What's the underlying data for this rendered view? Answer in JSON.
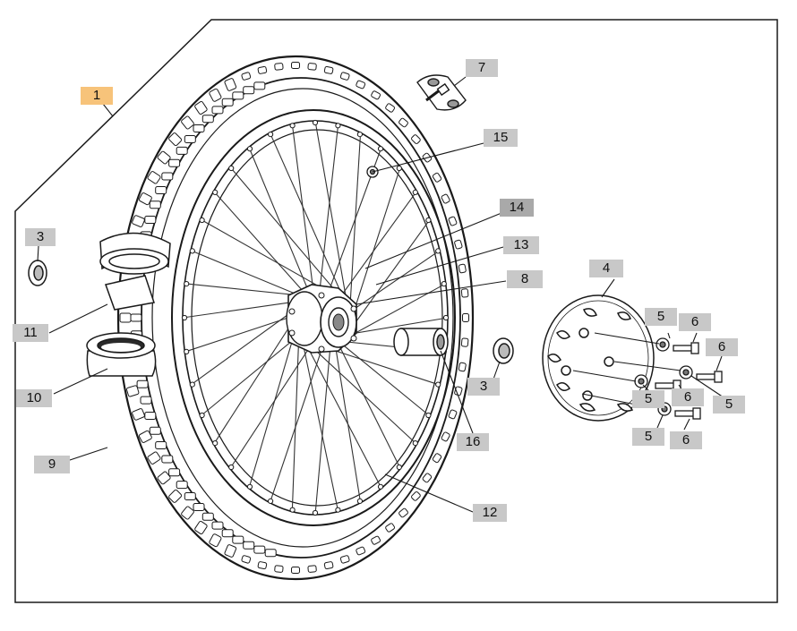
{
  "colors": {
    "callout_bg": "#c8c8c8",
    "callout_highlight": "#f7c37a",
    "callout_dark": "#a9a9a9",
    "line": "#1a1a1a"
  },
  "callouts": {
    "c1": "1",
    "c3a": "3",
    "c3b": "3",
    "c4": "4",
    "c5a": "5",
    "c5b": "5",
    "c5c": "5",
    "c5d": "5",
    "c6a": "6",
    "c6b": "6",
    "c6c": "6",
    "c6d": "6",
    "c7": "7",
    "c8": "8",
    "c9": "9",
    "c10": "10",
    "c11": "11",
    "c12": "12",
    "c13": "13",
    "c14": "14",
    "c15": "15",
    "c16": "16"
  }
}
